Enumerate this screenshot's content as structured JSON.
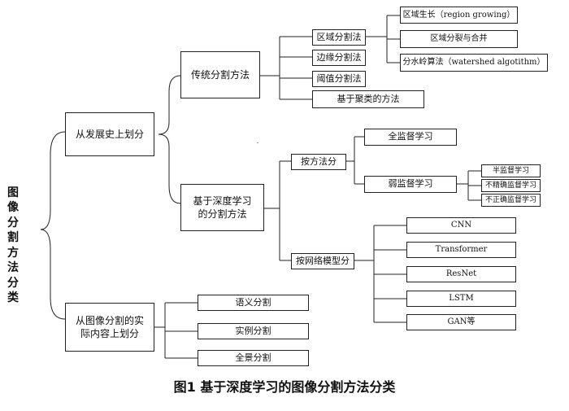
{
  "root": "图像分割方法分类",
  "l1": {
    "history": "从发展史上划分",
    "content": "从图像分割的实际内容上划分"
  },
  "l2": {
    "traditional": "传统分割方法",
    "deep": "基于深度学习的分割方法"
  },
  "traditional_items": {
    "region": "区域分割法",
    "edge": "边缘分割法",
    "threshold": "阈值分割法",
    "cluster": "基于聚类的方法"
  },
  "region_items": {
    "growing": "区域生长（region growing）",
    "split_merge": "区域分裂与合并",
    "watershed": "分水岭算法（watershed algotithm）"
  },
  "deep_items": {
    "by_method": "按方法分",
    "by_network": "按网络模型分"
  },
  "method_items": {
    "full": "全监督学习",
    "weak": "弱监督学习"
  },
  "weak_items": {
    "semi": "半监督学习",
    "inexact": "不精确监督学习",
    "incorrect": "不正确监督学习"
  },
  "network_items": [
    "CNN",
    "Transformer",
    "ResNet",
    "LSTM",
    "GAN等"
  ],
  "content_items": {
    "semantic": "语义分割",
    "instance": "实例分割",
    "panoptic": "全景分割"
  },
  "caption": "图1  基于深度学习的图像分割方法分类"
}
